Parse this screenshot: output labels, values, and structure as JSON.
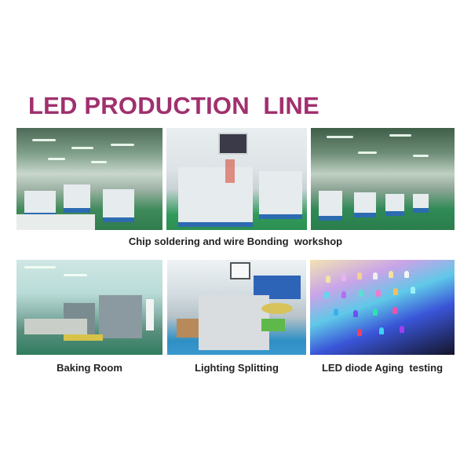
{
  "title": "LED PRODUCTION  LINE",
  "colors": {
    "title": "#a0306e",
    "caption": "#222222",
    "background": "#ffffff"
  },
  "rows": [
    {
      "photos": [
        {
          "name": "workshop-photo-1",
          "description": "Green-floored factory hall with rows of bonding machines"
        },
        {
          "name": "workshop-photo-2",
          "description": "Wire bonding machines with monitor"
        },
        {
          "name": "workshop-photo-3",
          "description": "Long production hall with workers at machines"
        }
      ],
      "caption": "Chip soldering and wire Bonding  workshop"
    },
    {
      "photos": [
        {
          "name": "baking-room-photo",
          "caption": "Baking Room"
        },
        {
          "name": "lighting-splitting-photo",
          "caption": "Lighting Splitting"
        },
        {
          "name": "led-aging-photo",
          "caption": "LED diode Aging  testing"
        }
      ]
    }
  ]
}
